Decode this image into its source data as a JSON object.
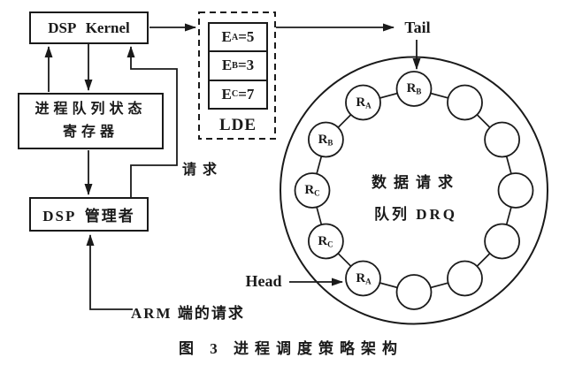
{
  "figure": {
    "caption": "图 3  进程调度策略架构"
  },
  "blocks": {
    "dsp_kernel": "DSP Kernel",
    "register_line1": "进程队列状态",
    "register_line2": "寄存器",
    "dsp_manager": "DSP 管理者"
  },
  "labels": {
    "request": "请求",
    "arm_request": "ARM 端的请求",
    "tail": "Tail",
    "head": "Head"
  },
  "lde": {
    "title": "LDE",
    "entries": [
      {
        "base": "E",
        "sub": "A",
        "rest": "=5"
      },
      {
        "base": "E",
        "sub": "B",
        "rest": "=3"
      },
      {
        "base": "E",
        "sub": "C",
        "rest": "=7"
      }
    ]
  },
  "ring": {
    "center_line1": "数据请求",
    "center_line2": "队列 DRQ",
    "nodes": [
      {
        "base": "R",
        "sub": "B"
      },
      {
        "base": "R",
        "sub": "A"
      },
      {
        "base": "R",
        "sub": "B"
      },
      {
        "base": "R",
        "sub": "C"
      },
      {
        "base": "R",
        "sub": "C"
      },
      {
        "base": "R",
        "sub": "A"
      }
    ],
    "empty_node_count": 6
  },
  "colors": {
    "ink": "#1a1a1a",
    "background": "#ffffff"
  }
}
